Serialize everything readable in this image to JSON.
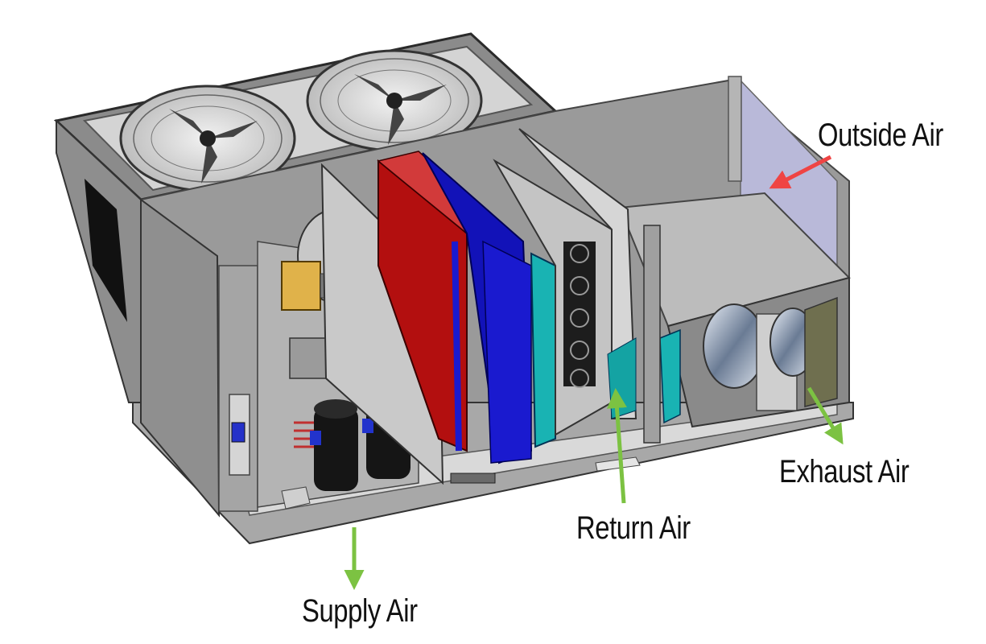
{
  "labels": {
    "outside_air": "Outside Air",
    "exhaust_air": "Exhaust Air",
    "return_air": "Return Air",
    "supply_air": "Supply Air"
  },
  "colors": {
    "outside_arrow": "#ef4444",
    "airflow_arrows": "#7cc242",
    "casing": "#a3a3a3",
    "heating_coil": "#b30f0f",
    "cooling_coil": "#1212b8",
    "filter": "#19b3b3",
    "motor": "#e0b24a",
    "outside_air_panel": "#b9b9d9"
  },
  "icons": [
    "condenser-fan-icon",
    "compressor-icon",
    "blower-wheel-icon",
    "motor-icon"
  ]
}
